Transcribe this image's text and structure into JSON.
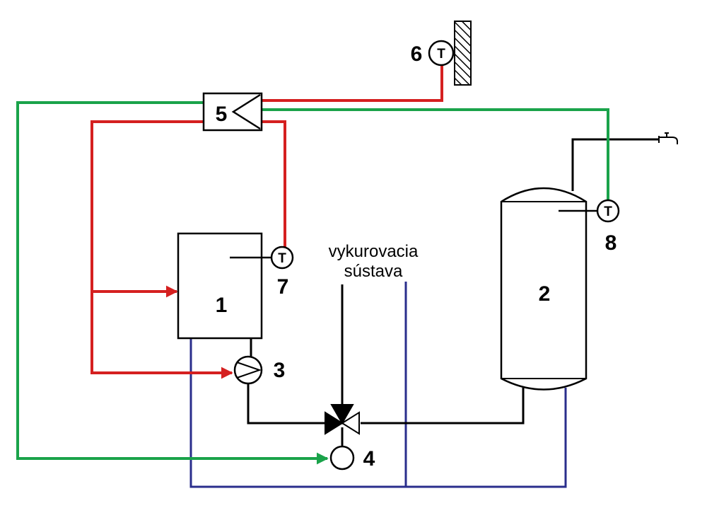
{
  "labels": {
    "boiler": "1",
    "tank": "2",
    "pump": "3",
    "valve_actuator": "4",
    "controller": "5",
    "outdoor_sensor": "6",
    "boiler_sensor": "7",
    "tank_sensor": "8"
  },
  "sensor_symbol": "T",
  "heating_system": {
    "line1": "vykurovacia",
    "line2": "sústava"
  },
  "colors": {
    "control_red": "#d52020",
    "signal_green": "#1aa34a",
    "return_blue": "#2a2e8c",
    "pipe_black": "#000000"
  }
}
